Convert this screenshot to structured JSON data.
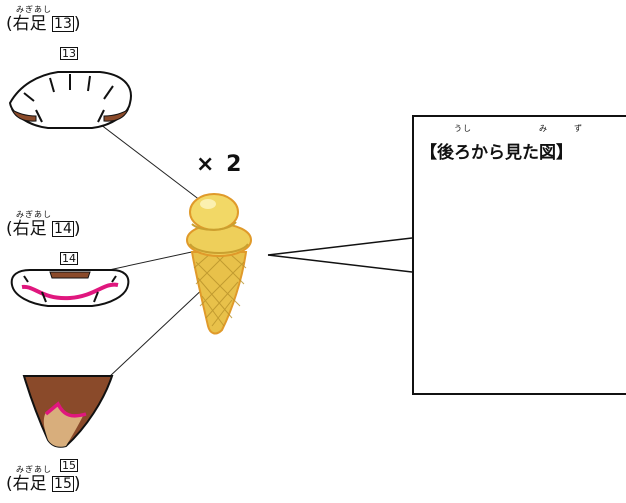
{
  "parts": [
    {
      "ruby": "みぎあし",
      "label_open": "(右足",
      "number": "13",
      "label_close": ")",
      "part_number": "13"
    },
    {
      "ruby": "みぎあし",
      "label_open": "(右足",
      "number": "14",
      "label_close": ")",
      "part_number": "14"
    },
    {
      "ruby": "みぎあし",
      "label_open": "(右足",
      "number": "15",
      "label_close": ")",
      "part_number": "15"
    }
  ],
  "multiplier": "× 2",
  "back_view": {
    "title": "【後ろから見た図】",
    "ruby_ushi": "うし",
    "ruby_mi": "み",
    "ruby_zu": "ず"
  },
  "colors": {
    "chocolate": "#8a4a2a",
    "pink": "#e0177e",
    "cone_tan": "#d8ae7c",
    "gold": "#e9c84a",
    "highlight_yellow": "#ffe600"
  }
}
